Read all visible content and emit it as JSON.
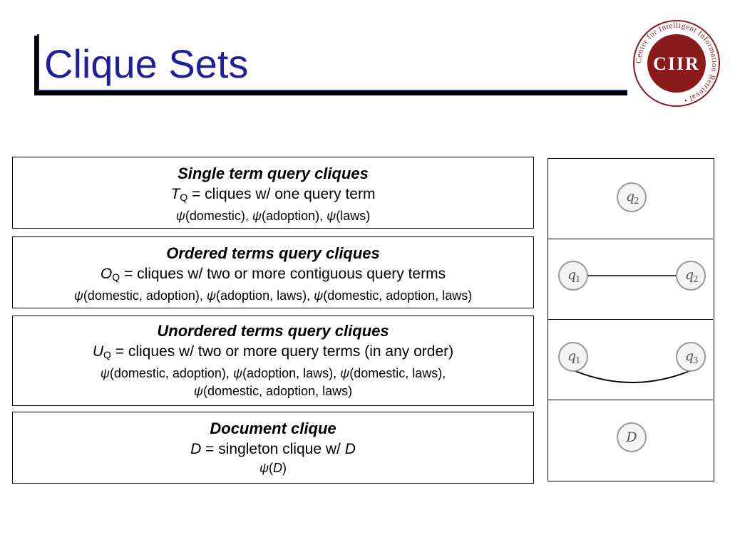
{
  "slide": {
    "title": "Clique Sets"
  },
  "logo": {
    "text": "CIIR",
    "ring_text": "Center for Intelligent Information Retrieval •"
  },
  "boxes": [
    {
      "heading": "Single term query cliques",
      "def_symbol": "T",
      "def_sub": "Q",
      "def_text": " = cliques w/ one query term",
      "examples": [
        "ψ(domestic), ψ(adoption), ψ(laws)"
      ]
    },
    {
      "heading": "Ordered terms query cliques",
      "def_symbol": "O",
      "def_sub": "Q",
      "def_text": " = cliques w/ two or more contiguous query terms",
      "examples": [
        "ψ(domestic, adoption), ψ(adoption, laws), ψ(domestic, adoption, laws)"
      ]
    },
    {
      "heading": "Unordered terms query cliques",
      "def_symbol": "U",
      "def_sub": "Q",
      "def_text": " = cliques w/ two or more query terms (in any order)",
      "examples": [
        "ψ(domestic, adoption), ψ(adoption, laws), ψ(domestic, laws),",
        "ψ(domestic, adoption, laws)"
      ]
    },
    {
      "heading": "Document clique",
      "def_symbol": "D",
      "def_sub": "",
      "def_text": " = singleton clique w/ ",
      "def_tail": "D",
      "examples": [
        "ψ(D)"
      ]
    }
  ],
  "diagram": {
    "cells": [
      {
        "nodes": [
          {
            "letter": "q",
            "sub": "2"
          }
        ]
      },
      {
        "nodes": [
          {
            "letter": "q",
            "sub": "1"
          },
          {
            "letter": "q",
            "sub": "2"
          }
        ],
        "edge": "straight"
      },
      {
        "nodes": [
          {
            "letter": "q",
            "sub": "1"
          },
          {
            "letter": "q",
            "sub": "3"
          }
        ],
        "edge": "curved"
      },
      {
        "nodes": [
          {
            "letter": "D",
            "sub": ""
          }
        ]
      }
    ]
  },
  "colors": {
    "title": "#1f1f9a",
    "logo": "#8b1a1a"
  }
}
